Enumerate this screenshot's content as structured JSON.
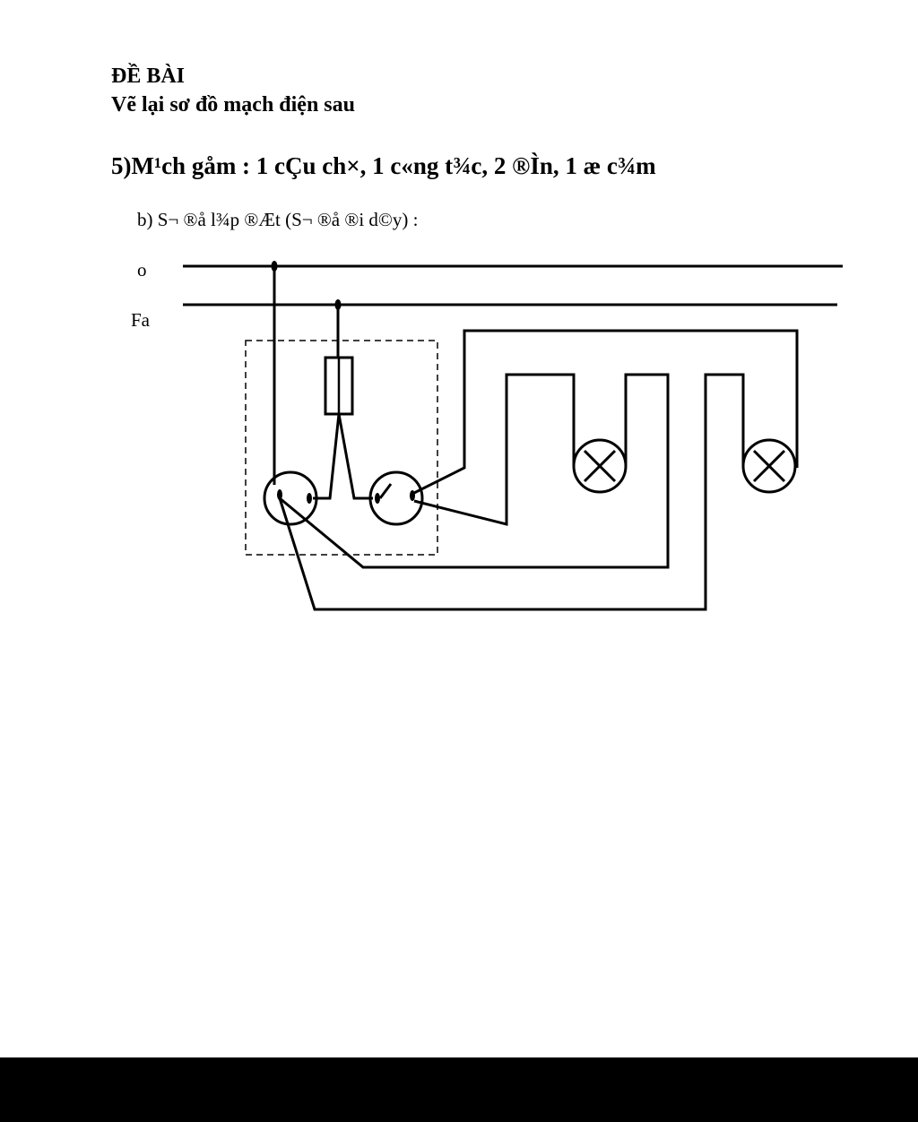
{
  "header": {
    "title": "ĐỀ BÀI",
    "instruction": "Vẽ lại sơ đồ mạch điện sau"
  },
  "problem": {
    "text": "5)M¹ch gåm : 1 cÇu ch×, 1 c«ng t¾c, 2 ®Ìn, 1 æ c¾m",
    "subtitle": "b) S¬ ®å l¾p ®Æt (S¬ ®å ®i d©y) :"
  },
  "diagram": {
    "neutral_label": "o",
    "phase_label": "Fa"
  },
  "colors": {
    "stroke": "#000000",
    "background": "#ffffff",
    "bottom_bar": "#000000"
  }
}
